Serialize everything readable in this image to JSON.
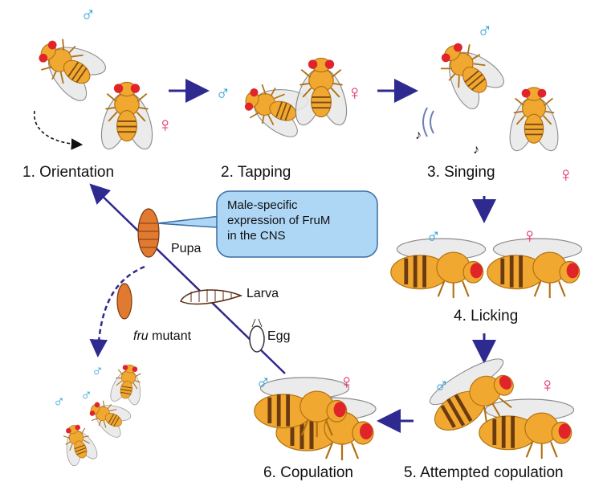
{
  "stages": [
    {
      "id": "orientation",
      "label": "1. Orientation"
    },
    {
      "id": "tapping",
      "label": "2. Tapping"
    },
    {
      "id": "singing",
      "label": "3. Singing"
    },
    {
      "id": "licking",
      "label": "4. Licking"
    },
    {
      "id": "attempted",
      "label": "5. Attempted copulation"
    },
    {
      "id": "copulation",
      "label": "6. Copulation"
    }
  ],
  "symbols": {
    "male": "♂",
    "female": "♀",
    "male_color": "#2aa3d6",
    "female_color": "#e0245e"
  },
  "callout": {
    "line1": "Male-specific",
    "line2": "expression of FruM",
    "line3": "in the CNS"
  },
  "lifecycle": {
    "pupa": "Pupa",
    "larva": "Larva",
    "egg": "Egg"
  },
  "mutant": {
    "italic": "fru",
    "rest": " mutant"
  },
  "notes": {
    "note": "♪"
  },
  "colors": {
    "arrow": "#2e2a8f",
    "body": "#f0a830",
    "eye": "#e0242a",
    "callout_fill": "#aed6f5",
    "callout_stroke": "#3a6ea5"
  }
}
